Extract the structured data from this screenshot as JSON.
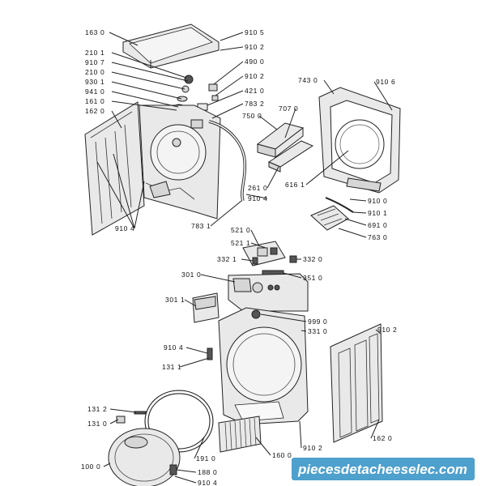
{
  "watermark": "piecesdetacheeselec.com",
  "labels": {
    "l1630": "163 0",
    "l9105": "910 5",
    "l9102a": "910 2",
    "l2101": "210 1",
    "l9107": "910 7",
    "l4900": "490 0",
    "l2100": "210 0",
    "l9102b": "910 2",
    "l9301": "930 1",
    "l4210": "421 0",
    "l9410": "941 0",
    "l7832": "783 2",
    "l1610": "161 0",
    "l1620a": "162 0",
    "l7500": "750 0",
    "l7070": "707 0",
    "l7430": "743 0",
    "l9106": "910 6",
    "l2610": "261 0",
    "l9104a": "910 4",
    "l6161": "616 1",
    "l9100": "910 0",
    "l9101": "910 1",
    "l6910": "691 0",
    "l7630": "763 0",
    "l9104b": "910 4",
    "l7831": "783 1",
    "l5210": "521 0",
    "l5211": "521 1",
    "l3321": "332 1",
    "l3320": "332 0",
    "l3010": "301 0",
    "l3510": "351 0",
    "l3011": "301 1",
    "l9990": "999 0",
    "l3310": "331 0",
    "l9104c": "910 4",
    "l9102c": "910 2",
    "l1311": "131 1",
    "l1312": "131 2",
    "l1310": "131 0",
    "l1620b": "162 0",
    "l1600": "160 0",
    "l9102d": "910 2",
    "l1910": "191 0",
    "l1000": "100 0",
    "l1880": "188 0",
    "l9104d": "910 4"
  }
}
